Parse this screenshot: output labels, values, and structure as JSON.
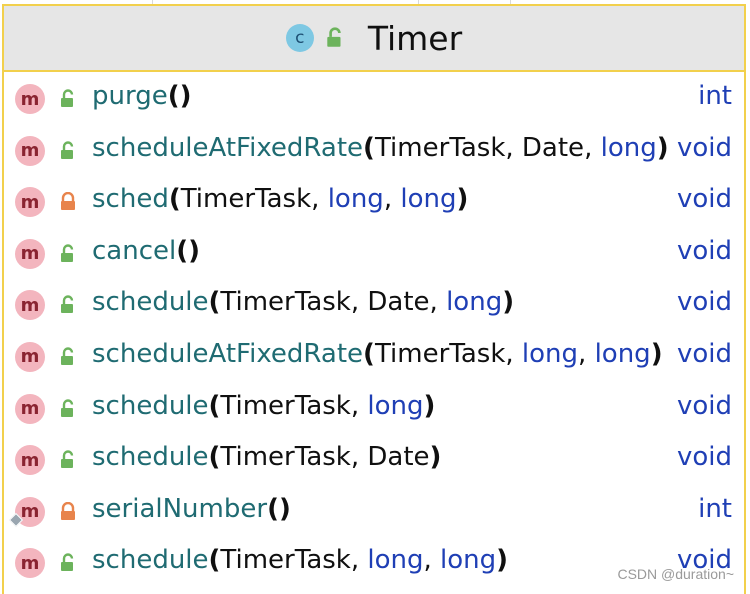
{
  "header": {
    "class_badge": "c",
    "title": "Timer"
  },
  "methods": [
    {
      "name": "purge",
      "open": "(",
      "p1": "",
      "s1": "",
      "p2": "",
      "s2": "",
      "p3": "",
      "close": ")",
      "ret": "int",
      "access": "public",
      "diamond": false
    },
    {
      "name": "scheduleAtFixedRate",
      "open": "(",
      "p1": "TimerTask",
      "s1": ", ",
      "p2": "Date",
      "s2": ", ",
      "p3": "long",
      "close": ")",
      "ret": "void",
      "access": "public",
      "diamond": false
    },
    {
      "name": "sched",
      "open": "(",
      "p1": "TimerTask",
      "s1": ", ",
      "p2": "long",
      "s2": ", ",
      "p3": "long",
      "close": ")",
      "ret": "void",
      "access": "private",
      "diamond": false
    },
    {
      "name": "cancel",
      "open": "(",
      "p1": "",
      "s1": "",
      "p2": "",
      "s2": "",
      "p3": "",
      "close": ")",
      "ret": "void",
      "access": "public",
      "diamond": false
    },
    {
      "name": "schedule",
      "open": "(",
      "p1": "TimerTask",
      "s1": ", ",
      "p2": "Date",
      "s2": ", ",
      "p3": "long",
      "close": ")",
      "ret": "void",
      "access": "public",
      "diamond": false
    },
    {
      "name": "scheduleAtFixedRate",
      "open": "(",
      "p1": "TimerTask",
      "s1": ", ",
      "p2": "long",
      "s2": ", ",
      "p3": "long",
      "close": ")",
      "ret": "void",
      "access": "public",
      "diamond": false
    },
    {
      "name": "schedule",
      "open": "(",
      "p1": "TimerTask",
      "s1": ", ",
      "p2": "long",
      "s2": "",
      "p3": "",
      "close": ")",
      "ret": "void",
      "access": "public",
      "diamond": false
    },
    {
      "name": "schedule",
      "open": "(",
      "p1": "TimerTask",
      "s1": ", ",
      "p2": "Date",
      "s2": "",
      "p3": "",
      "close": ")",
      "ret": "void",
      "access": "public",
      "diamond": false
    },
    {
      "name": "serialNumber",
      "open": "(",
      "p1": "",
      "s1": "",
      "p2": "",
      "s2": "",
      "p3": "",
      "close": ")",
      "ret": "int",
      "access": "private",
      "diamond": true
    },
    {
      "name": "schedule",
      "open": "(",
      "p1": "TimerTask",
      "s1": ", ",
      "p2": "long",
      "s2": ", ",
      "p3": "long",
      "close": ")",
      "ret": "void",
      "access": "public",
      "diamond": false
    }
  ],
  "colors": {
    "border": "#f2d04c",
    "header_bg": "#e6e6e6",
    "method_name": "#1f6b72",
    "keyword": "#1f3fb5",
    "method_badge": "#f3b5be",
    "class_badge": "#7ec8e3",
    "public_lock": "#6cb35c",
    "private_lock": "#e8844c"
  },
  "watermark": "CSDN @duration~"
}
